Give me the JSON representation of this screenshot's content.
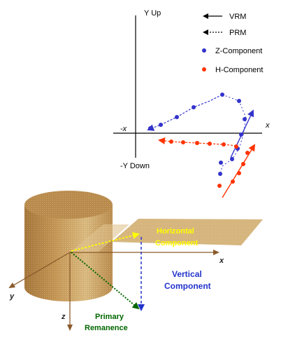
{
  "upper_plot": {
    "axis_labels": {
      "y_up": "Y Up",
      "y_down": "-Y Down",
      "x_neg": "-x",
      "x_pos": "x"
    },
    "legend": {
      "vrm": "VRM",
      "prm": "PRM",
      "z_component": "Z-Component",
      "h_component": "H-Component"
    }
  },
  "lower_diagram": {
    "horizontal_component": [
      "Horizontal",
      "Component"
    ],
    "vertical_component": [
      "Vertical",
      "Component"
    ],
    "primary_remanence": [
      "Primary",
      "Remanence"
    ],
    "axis_x": "x",
    "axis_y": "y",
    "axis_z": "z"
  },
  "colors": {
    "blue": "#3333cc",
    "red": "#ff3300",
    "yellow": "#ffff00",
    "green": "#006600",
    "axis_brown": "#8b5a2b",
    "cylinder": "#c8a060",
    "plane": "#c9a15e",
    "vertical_blue": "#2233cc"
  },
  "icons": {
    "z_marker": "blue-dot-icon",
    "h_marker": "red-dot-icon",
    "vrm_arrow": "solid-arrow-icon",
    "prm_arrow": "dashed-arrow-icon"
  }
}
